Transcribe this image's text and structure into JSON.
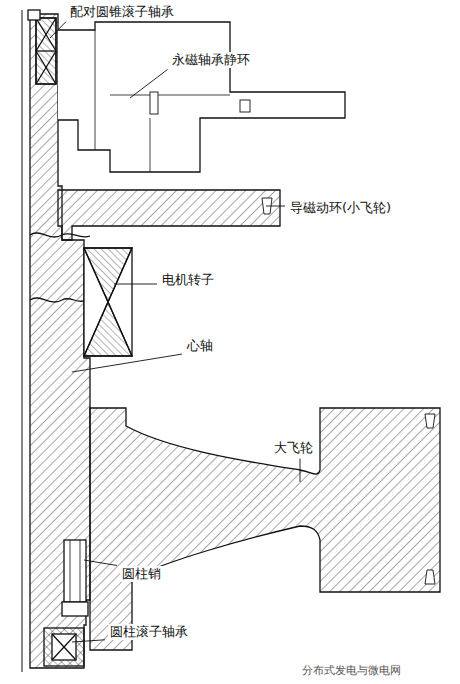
{
  "diagram": {
    "labels": [
      "配对圆锥滚子轴承",
      "永磁轴承静环",
      "导磁动环(小飞轮)",
      "电机转子",
      "心轴",
      "大飞轮",
      "圆柱销",
      "圆柱滚子轴承",
      "分布式发电与微电网"
    ]
  }
}
